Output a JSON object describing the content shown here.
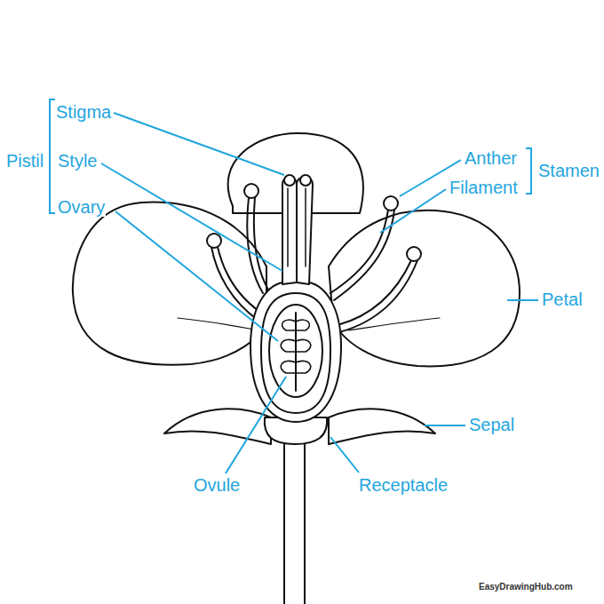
{
  "diagram": {
    "labels": [
      "Stigma",
      "Pistil",
      "Style",
      "Ovary",
      "Anther",
      "Stamen",
      "Filament",
      "Petal",
      "Sepal",
      "Ovule",
      "Receptacle",
      "EasyDrawingHub.com"
    ]
  }
}
